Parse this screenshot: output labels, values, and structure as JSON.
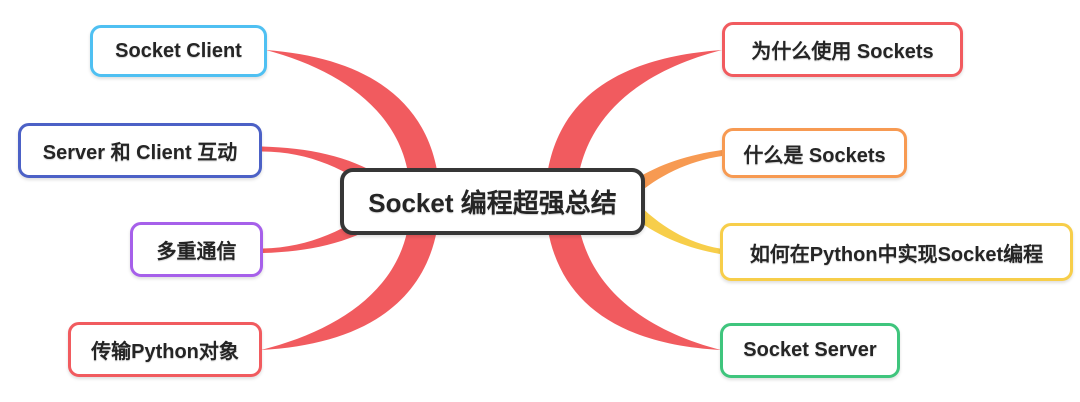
{
  "title": "Socket 编程超强总结 mind map",
  "center_node": {
    "label": "Socket 编程超强总结",
    "border_color": "#363636",
    "text_color": "#252525"
  },
  "branches": {
    "left": [
      {
        "id": "socket-client",
        "label": "Socket Client",
        "border_color": "#4FC0F2",
        "connector_color": "#F15B5F"
      },
      {
        "id": "server-client-interaction",
        "label": "Server 和 Client 互动",
        "border_color": "#4C61C6",
        "connector_color": "#F15B5F"
      },
      {
        "id": "multi-communication",
        "label": "多重通信",
        "border_color": "#A660EA",
        "connector_color": "#F15B5F"
      },
      {
        "id": "transfer-python-objects",
        "label": "传输Python对象",
        "border_color": "#F15B5F",
        "connector_color": "#F15B5F"
      }
    ],
    "right": [
      {
        "id": "why-use-sockets",
        "label": "为什么使用 Sockets",
        "border_color": "#F15B5F",
        "connector_color": "#F15B5F"
      },
      {
        "id": "what-are-sockets",
        "label": "什么是 Sockets",
        "border_color": "#F79A52",
        "connector_color": "#F79A52"
      },
      {
        "id": "implement-socket-python",
        "label": "如何在Python中实现Socket编程",
        "border_color": "#F7CE4A",
        "connector_color": "#F7CE4A"
      },
      {
        "id": "socket-server",
        "label": "Socket Server",
        "border_color": "#3FC57D",
        "connector_color": "#F15B5F"
      }
    ]
  },
  "colors": {
    "red": "#F15B5F",
    "orange": "#F79A52",
    "yellow": "#F7CE4A",
    "background": "#ffffff"
  }
}
